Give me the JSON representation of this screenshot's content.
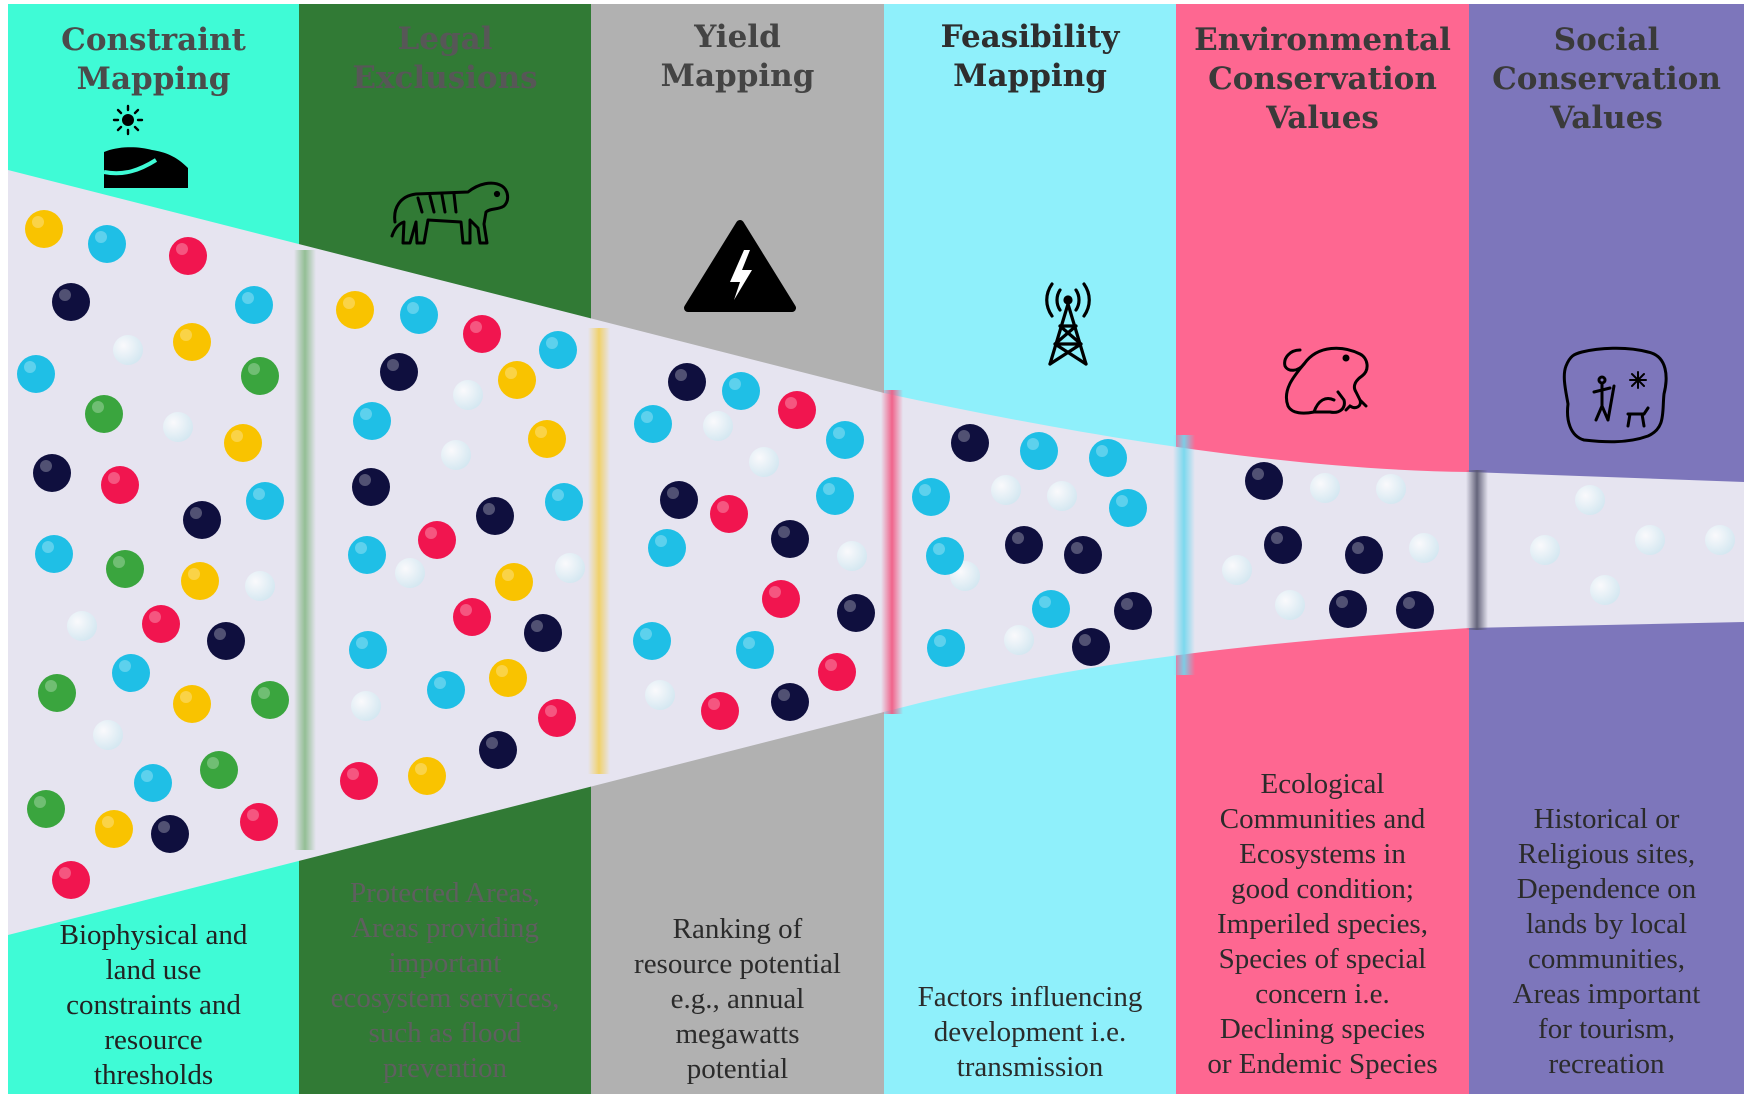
{
  "columns": [
    {
      "key": "constraint",
      "title": "Constraint\nMapping",
      "description": "Biophysical and\nland use\nconstraints and\nresource\nthresholds",
      "color": "#3ffbd6",
      "title_color": "#4b4b4b",
      "desc_color": "#222222",
      "icon": "sun-hills-icon"
    },
    {
      "key": "legal",
      "title": "Legal\nExclusions",
      "description": "Protected Areas,\nAreas providing\nimportant\necosystem services,\nsuch as flood\nprevention",
      "color": "#317a35",
      "title_color": "#575757",
      "desc_color": "#5f5f5f",
      "icon": "tiger-icon"
    },
    {
      "key": "yield",
      "title": "Yield\nMapping",
      "description": "Ranking of\nresource potential\ne.g., annual\nmegawatts\npotential",
      "color": "#b1b1b1",
      "title_color": "#444444",
      "desc_color": "#2b2b2b",
      "icon": "high-voltage-icon"
    },
    {
      "key": "feasibility",
      "title": "Feasibility\nMapping",
      "description": "Factors influencing\ndevelopment i.e.\ntransmission",
      "color": "#8ff0fb",
      "title_color": "#2e2e2e",
      "desc_color": "#2b2b2b",
      "icon": "transmission-tower-icon"
    },
    {
      "key": "environmental",
      "title": "Environmental\nConservation\nValues",
      "description": "Ecological\nCommunities and\nEcosystems in\ngood condition;\nImperiled species,\nSpecies of special\nconcern i.e.\nDeclining species\nor Endemic Species",
      "color": "#fe6791",
      "title_color": "#3a3a3a",
      "desc_color": "#2b2b2b",
      "icon": "frog-icon"
    },
    {
      "key": "social",
      "title": "Social\nConservation\nValues",
      "description": "Historical or\nReligious sites,\nDependence on\nlands by local\ncommunities,\nAreas important\nfor tourism,\nrecreation",
      "color": "#7d76bb",
      "title_color": "#3a3a3a",
      "desc_color": "#2b2b2b",
      "icon": "rock-art-icon"
    }
  ],
  "funnel_color": "#e6e4f0",
  "dot_colors": {
    "yellow": "#f9c300",
    "cyan": "#1fbfe6",
    "red": "#f1154f",
    "navy": "#0f0f3e",
    "green": "#3aa53e"
  }
}
